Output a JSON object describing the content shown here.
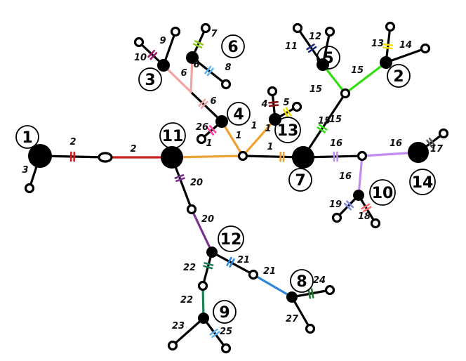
{
  "colors": {
    "black": "#000000",
    "red": "#cc1f1f",
    "orange": "#f0a030",
    "pink": "#f4a3a3",
    "green": "#33dd11",
    "lavender": "#c38cf0",
    "purple": "#7a2f91",
    "teal": "#1e8055",
    "blue": "#2f86d6",
    "magenta": "#a01a6a",
    "lime": "#8ccc22",
    "skyblue": "#5fb7f0",
    "darkred": "#8a1010",
    "yellow": "#f3e000",
    "navy": "#1a2a7a",
    "gray": "#555555",
    "periwinkle": "#8090e0",
    "salmon": "#f07070",
    "darkgreen": "#1e7a2e",
    "hotpink": "#ff3fa0"
  },
  "node_labels": [
    "1",
    "2",
    "3",
    "4",
    "5",
    "6",
    "7",
    "8",
    "9",
    "10",
    "11",
    "12",
    "13",
    "14"
  ],
  "edge_labels": [
    "2",
    "2",
    "3",
    "1",
    "1",
    "1",
    "1",
    "1",
    "26",
    "6",
    "6",
    "6",
    "9",
    "10",
    "7",
    "8",
    "4",
    "5",
    "15",
    "15",
    "15",
    "15",
    "11",
    "12",
    "13",
    "14",
    "16",
    "16",
    "16",
    "17",
    "18",
    "19",
    "20",
    "20",
    "21",
    "21",
    "22",
    "22",
    "23",
    "24",
    "25",
    "27"
  ]
}
